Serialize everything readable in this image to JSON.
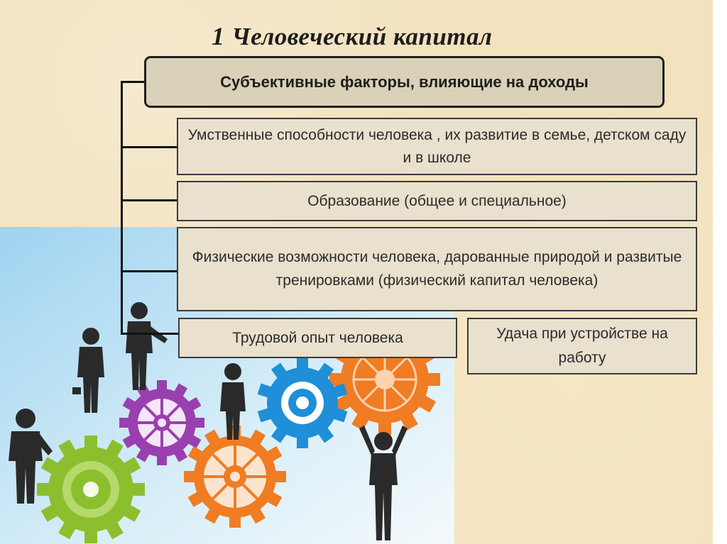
{
  "title": {
    "number": "1",
    "text": "Человеческий капитал"
  },
  "main_box": {
    "label": "Субъективные факторы, влияющие на доходы"
  },
  "factors": [
    {
      "label": "Умственные способности человека , их развитие в семье, детском саду  и в школе"
    },
    {
      "label": "Образование (общее и специальное)"
    },
    {
      "label": "Физические возможности человека, дарованные природой и развитые тренировками (физический капитал человека)"
    },
    {
      "label": "Трудовой опыт человека"
    },
    {
      "label": "Удача при устройстве на работу"
    }
  ],
  "illustration": {
    "subject": "business-people-with-gears",
    "gear_colors": [
      "#8cbf2e",
      "#9a3fb0",
      "#f07c23",
      "#1e8fd8",
      "#f07c23"
    ],
    "background_color": "#bfe2f5"
  }
}
